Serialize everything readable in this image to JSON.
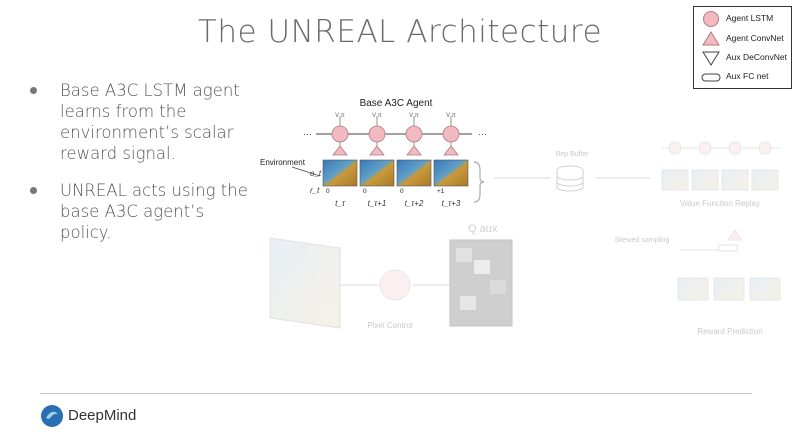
{
  "slide": {
    "title": "The UNREAL Architecture",
    "bullets": [
      "Base A3C LSTM agent learns from the environment’s scalar reward signal.",
      "UNREAL acts using the base A3C agent’s policy."
    ]
  },
  "legend": {
    "items": [
      {
        "label": "Agent LSTM",
        "icon": "circle-icon"
      },
      {
        "label": "Agent ConvNet",
        "icon": "triangle-up-icon"
      },
      {
        "label": "Aux DeConvNet",
        "icon": "triangle-down-icon"
      },
      {
        "label": "Aux FC net",
        "icon": "rounded-rect-icon"
      }
    ]
  },
  "diagram": {
    "agent_title": "Base A3C Agent",
    "environment_label": "Environment",
    "obs_label": "o_t",
    "reward_label": "r_t",
    "rewards": [
      "0",
      "0",
      "0",
      "+1"
    ],
    "time_labels": [
      "t_τ",
      "t_τ+1",
      "t_τ+2",
      "t_τ+3"
    ],
    "policy_labels": [
      "V π",
      "V π",
      "V π",
      "V π"
    ],
    "replay_label": "Rep Buffer",
    "value_replay_label": "Value Function Replay",
    "pixel_control_label": "Pixel Control",
    "reward_prediction_label": "Reward Prediction",
    "skewed_sampling_label": "Skewed sampling",
    "q_aux_label": "Q aux"
  },
  "footer": {
    "brand": "DeepMind"
  },
  "colors": {
    "lstm_fill": "#f2b9c0",
    "lstm_stroke": "#b07a80",
    "frame_blue": "#3a77b8",
    "frame_ochre": "#c99a3a",
    "faded": "#cfcfcf"
  }
}
